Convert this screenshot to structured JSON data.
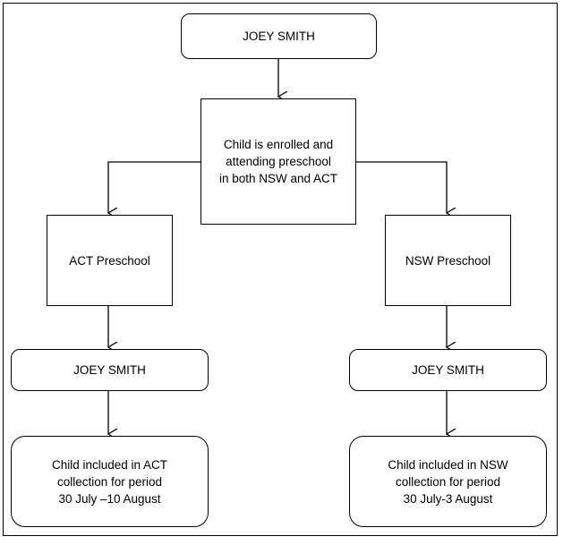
{
  "top": {
    "name": "JOEY SMITH"
  },
  "center": {
    "lines": [
      "Child is enrolled and",
      "attending preschool",
      "in both NSW and ACT"
    ]
  },
  "act": {
    "preschool": "ACT Preschool",
    "name": "JOEY SMITH",
    "result_lines": [
      "Child included in ACT",
      "collection for period",
      "30 July –10 August"
    ]
  },
  "nsw": {
    "preschool": "NSW Preschool",
    "name": "JOEY SMITH",
    "result_lines": [
      "Child included in NSW",
      "collection for period",
      "30 July-3 August"
    ]
  }
}
